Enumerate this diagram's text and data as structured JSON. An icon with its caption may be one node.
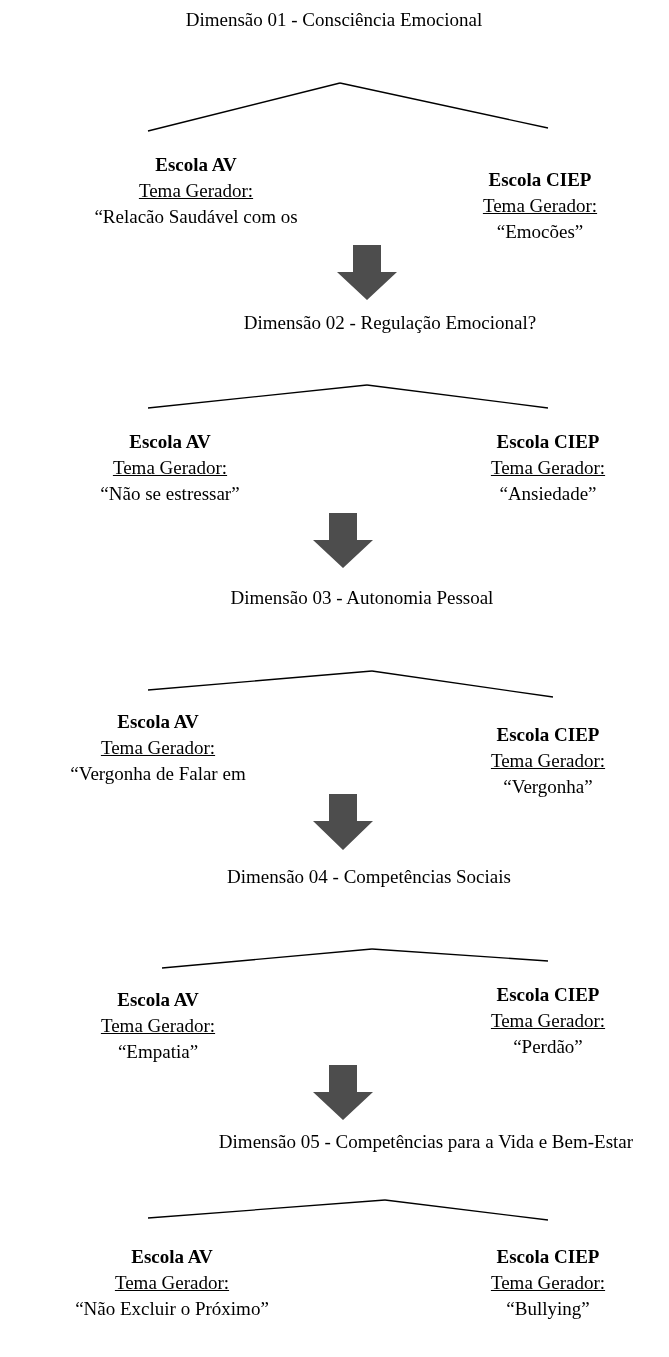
{
  "diagram": {
    "nodes": [
      {
        "text": [
          "Dimensão 01 - Consciência Emocional"
        ]
      },
      {
        "text": [
          "Escola AV",
          "Tema Gerador:",
          "“Relacão Saudável com os"
        ]
      },
      {
        "text": [
          "Escola CIEP",
          "Tema Gerador:",
          "“Emocões”"
        ]
      },
      {
        "text": [
          "Dimensão 02 - Regulação Emocional?"
        ]
      },
      {
        "text": [
          "Escola AV",
          "Tema Gerador:",
          "“Não se estressar”"
        ]
      },
      {
        "text": [
          "Escola CIEP",
          "Tema Gerador:",
          "“Ansiedade”"
        ]
      },
      {
        "text": [
          "Dimensão 03 - Autonomia Pessoal"
        ]
      },
      {
        "text": [
          "Escola AV",
          "Tema Gerador:",
          "“Vergonha de Falar em"
        ]
      },
      {
        "text": [
          "Escola CIEP",
          "Tema Gerador:",
          "“Vergonha”"
        ]
      },
      {
        "text": [
          "Dimensão 04 - Competências Sociais"
        ]
      },
      {
        "text": [
          "Escola AV",
          "Tema Gerador:",
          "“Empatia”"
        ]
      },
      {
        "text": [
          "Escola CIEP",
          "Tema Gerador:",
          "“Perdão”"
        ]
      },
      {
        "text": [
          "Dimensão 05 - Competências para a Vida e Bem-Estar"
        ]
      },
      {
        "text": [
          "Escola AV",
          "Tema Gerador:",
          "“Não Excluir o Próximo”"
        ]
      },
      {
        "text": [
          "Escola CIEP",
          "Tema Gerador:",
          "“Bullying”"
        ]
      }
    ],
    "edges": [
      {
        "from": 0,
        "to": 1,
        "arrow": "none"
      },
      {
        "from": 0,
        "to": 2,
        "arrow": "none"
      },
      {
        "from": null,
        "to": 3,
        "arrow": "to",
        "style": "thick"
      },
      {
        "from": 3,
        "to": 4,
        "arrow": "none"
      },
      {
        "from": 3,
        "to": 5,
        "arrow": "none"
      },
      {
        "from": null,
        "to": 6,
        "arrow": "to",
        "style": "thick"
      },
      {
        "from": 6,
        "to": 7,
        "arrow": "none"
      },
      {
        "from": 6,
        "to": 8,
        "arrow": "none"
      },
      {
        "from": null,
        "to": 9,
        "arrow": "to",
        "style": "thick"
      },
      {
        "from": 9,
        "to": 10,
        "arrow": "none"
      },
      {
        "from": 9,
        "to": 11,
        "arrow": "none"
      },
      {
        "from": null,
        "to": 12,
        "arrow": "to",
        "style": "thick"
      },
      {
        "from": 12,
        "to": 13,
        "arrow": "none"
      },
      {
        "from": 12,
        "to": 14,
        "arrow": "none"
      }
    ]
  }
}
